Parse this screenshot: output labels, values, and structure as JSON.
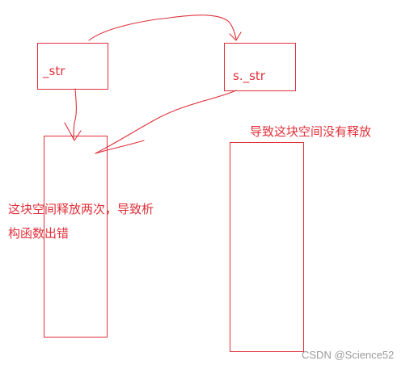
{
  "diagram": {
    "pointers": [
      {
        "name": "_str"
      },
      {
        "name": "s._str"
      }
    ],
    "notes": {
      "double_free": "这块空间释放两次，导致析构函数出错",
      "leak": "导致这块空间没有释放"
    },
    "color": "#e0303a"
  },
  "watermark": "CSDN @Science52"
}
